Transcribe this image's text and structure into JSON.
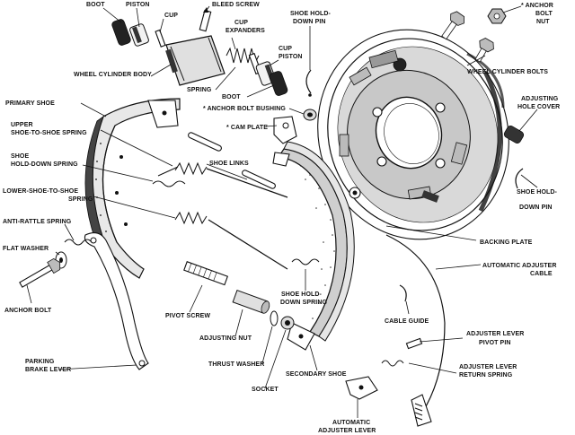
{
  "labels": {
    "boot_top": "BOOT",
    "piston_top": "PISTON",
    "cup_top": "CUP",
    "bleed_screw": "BLEED SCREW",
    "cup_expanders_1": "CUP",
    "cup_expanders_2": "EXPANDERS",
    "cup_right": "CUP",
    "piston_right": "PISTON",
    "wheel_cylinder_body": "WHEEL CYLINDER BODY",
    "spring": "SPRING",
    "boot_right": "BOOT",
    "shoe_holddown_pin_top_1": "SHOE HOLD-",
    "shoe_holddown_pin_top_2": "DOWN PIN",
    "anchor_bolt_nut_1": "* ANCHOR",
    "anchor_bolt_nut_2": "BOLT",
    "anchor_bolt_nut_3": "NUT",
    "wheel_cylinder_bolts": "WHEEL CYLINDER BOLTS",
    "primary_shoe": "PRIMARY SHOE",
    "anchor_bolt_bushing": "* ANCHOR BOLT BUSHING",
    "adjusting_hole_cover_1": "ADJUSTING",
    "adjusting_hole_cover_2": "HOLE COVER",
    "upper_spring_1": "UPPER",
    "upper_spring_2": "SHOE-TO-SHOE SPRING",
    "cam_plate": "* CAM PLATE",
    "shoe_holddown_spring_left_1": "SHOE",
    "shoe_holddown_spring_left_2": "HOLD-DOWN SPRING",
    "shoe_links": "SHOE LINKS",
    "lower_spring_1": "LOWER-SHOE-TO-SHOE",
    "lower_spring_2": "SPRING",
    "shoe_holddown_pin_right_1": "SHOE HOLD-",
    "shoe_holddown_pin_right_2": "DOWN PIN",
    "anti_rattle_spring": "ANTI-RATTLE SPRING",
    "flat_washer": "FLAT WASHER",
    "backing_plate": "BACKING PLATE",
    "automatic_adjuster_cable_1": "AUTOMATIC ADJUSTER",
    "automatic_adjuster_cable_2": "CABLE",
    "anchor_bolt": "ANCHOR BOLT",
    "pivot_screw": "PIVOT SCREW",
    "shoe_holddown_spring_mid_1": "SHOE HOLD-",
    "shoe_holddown_spring_mid_2": "DOWN SPRING",
    "cable_guide": "CABLE GUIDE",
    "adjusting_nut": "ADJUSTING NUT",
    "adjuster_lever_pivot_pin_1": "ADJUSTER LEVER",
    "adjuster_lever_pivot_pin_2": "PIVOT PIN",
    "parking_brake_lever_1": "PARKING",
    "parking_brake_lever_2": "BRAKE LEVER",
    "thrust_washer": "THRUST WASHER",
    "adjuster_lever_return_spring_1": "ADJUSTER LEVER",
    "adjuster_lever_return_spring_2": "RETURN SPRING",
    "socket": "SOCKET",
    "secondary_shoe": "SECONDARY SHOE",
    "automatic_adjuster_lever_1": "AUTOMATIC",
    "automatic_adjuster_lever_2": "ADJUSTER LEVER"
  }
}
